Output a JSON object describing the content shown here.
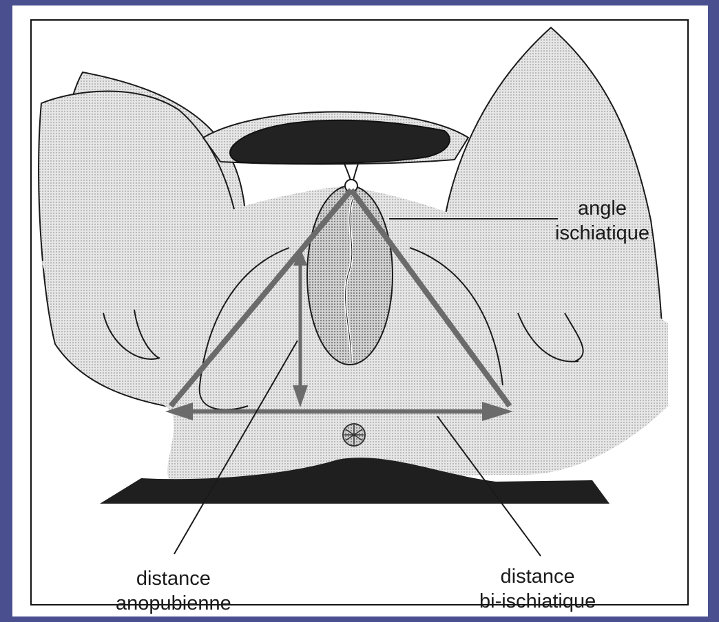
{
  "labels": {
    "angle": [
      "angle",
      "ischiatique"
    ],
    "anopubienne": [
      "distance",
      "anopubienne"
    ],
    "biischiatique": [
      "distance",
      "bi-ischiatique"
    ]
  },
  "colors": {
    "background": "#4a4f8f",
    "body_fill": "#d9d9d9",
    "arrow": "#6b6b6b",
    "ink": "#1a1a1a",
    "hair": "#111111"
  }
}
